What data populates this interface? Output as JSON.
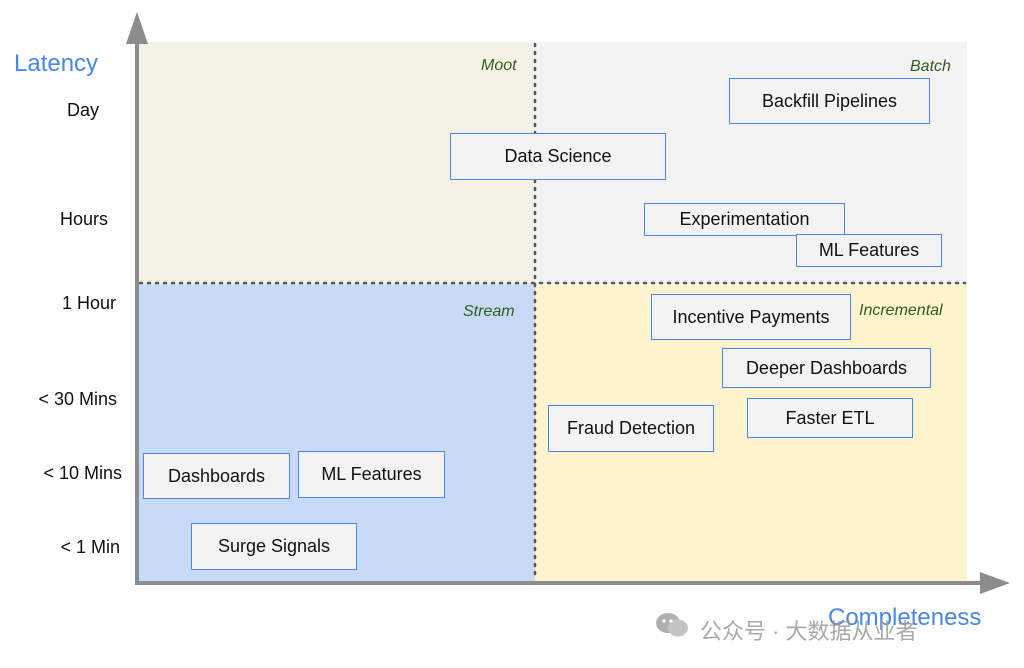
{
  "axes": {
    "y_title": "Latency",
    "x_title": "Completeness",
    "y_ticks": [
      "Day",
      "Hours",
      "1 Hour",
      "< 30 Mins",
      "< 10 Mins",
      "< 1 Min"
    ]
  },
  "quadrants": {
    "moot": "Moot",
    "batch": "Batch",
    "stream": "Stream",
    "incremental": "Incremental"
  },
  "use_cases": {
    "backfill_pipelines": "Backfill Pipelines",
    "data_science": "Data Science",
    "experimentation": "Experimentation",
    "ml_features_batch": "ML Features",
    "incentive_payments": "Incentive Payments",
    "deeper_dashboards": "Deeper Dashboards",
    "faster_etl": "Faster ETL",
    "fraud_detection": "Fraud Detection",
    "dashboards": "Dashboards",
    "ml_features_stream": "ML Features",
    "surge_signals": "Surge Signals"
  },
  "watermark": {
    "text": "公众号 · 大数据从业者"
  },
  "colors": {
    "moot": "#f5f2e5",
    "batch": "#f3f3f3",
    "stream": "#c9daf8",
    "incremental": "#fdf3cc",
    "box_border": "#4a86e8",
    "axis_title": "#4a86e8",
    "quadrant_label": "#2e5e1f",
    "axis": "#8c8c8c"
  }
}
